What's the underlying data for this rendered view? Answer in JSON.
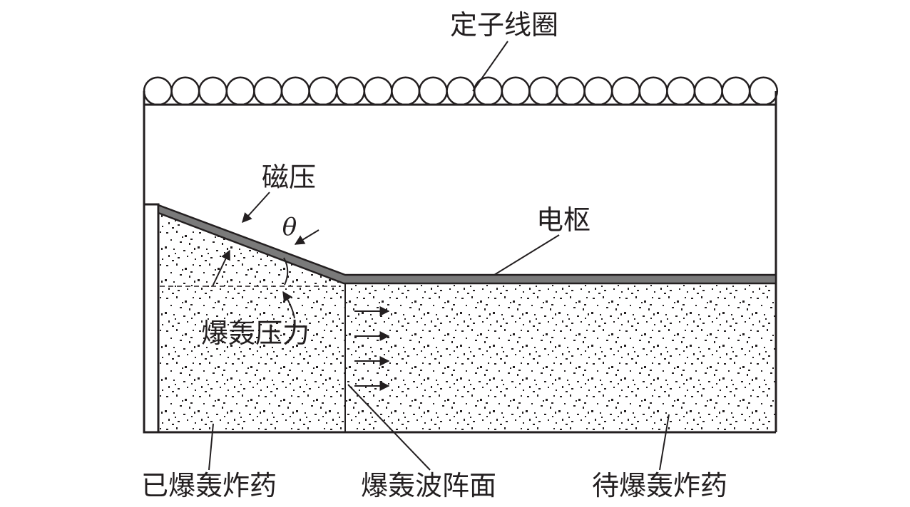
{
  "labels": {
    "stator_coil": "定子线圈",
    "magnetic_pressure": "磁压",
    "theta": "θ",
    "armature": "电枢",
    "detonation_pressure": "爆轰压力",
    "detonated_explosive": "已爆轰炸药",
    "detonation_front": "爆轰波阵面",
    "undetonated_explosive": "待爆轰炸药"
  },
  "colors": {
    "line": "#231f20",
    "armature": "#7a7a7a",
    "background": "#ffffff"
  }
}
